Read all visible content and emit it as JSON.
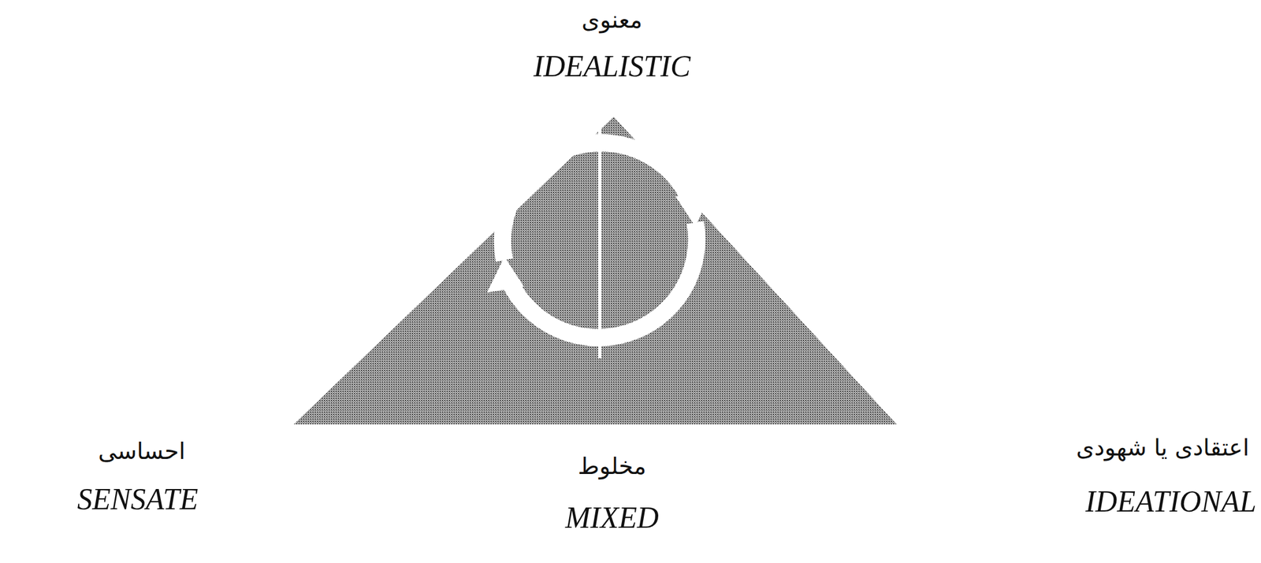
{
  "diagram": {
    "labels": [
      "معنوی",
      "IDEALISTIC",
      "احساسی",
      "SENSATE",
      "اعتقادی یا شهودی",
      "IDEATIONAL",
      "مخلوط",
      "MIXED"
    ]
  }
}
